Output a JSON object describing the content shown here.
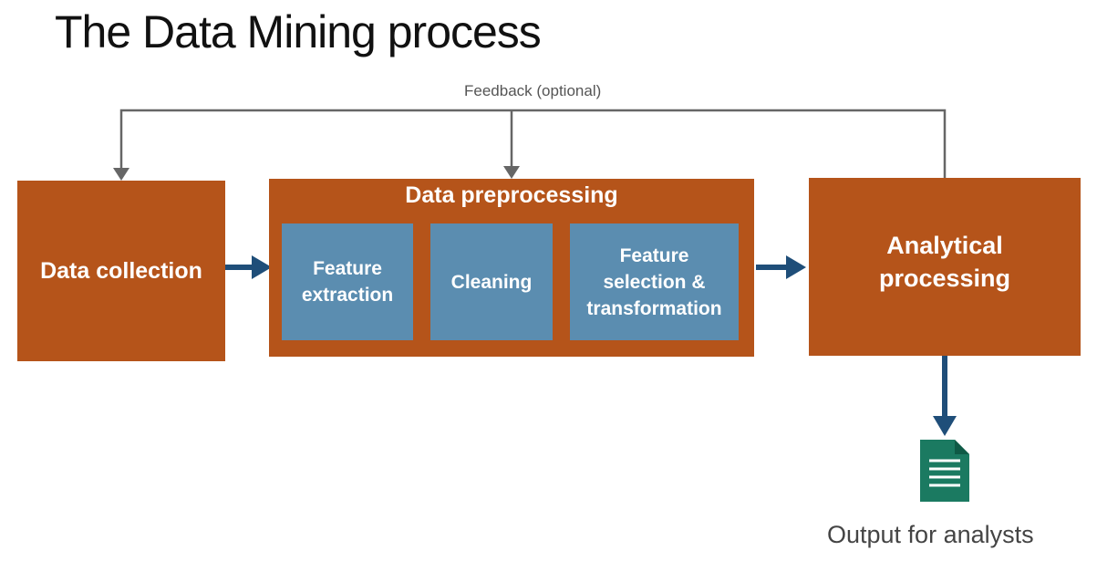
{
  "title": "The Data Mining process",
  "feedback_label": "Feedback (optional)",
  "nodes": {
    "data_collection": "Data collection",
    "data_preprocessing": "Data preprocessing",
    "feature_extraction": "Feature extraction",
    "cleaning": "Cleaning",
    "feature_selection": "Feature selection & transformation",
    "analytical_processing": "Analytical processing"
  },
  "output_label": "Output for analysts",
  "colors": {
    "process_box": "#b5541a",
    "sub_box": "#5b8db0",
    "flow_arrow": "#1f4e79",
    "feedback_line": "#666666",
    "document_icon": "#1b7a61"
  },
  "icons": {
    "output": "document-icon"
  }
}
